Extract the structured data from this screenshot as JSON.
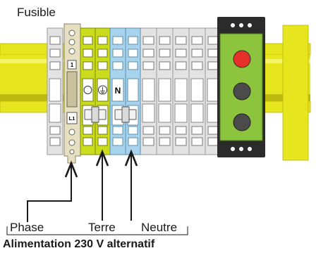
{
  "labels": {
    "fuse": "Fusible",
    "phase": "Phase",
    "earth": "Terre",
    "neutral": "Neutre",
    "title": "Alimentation 230 V alternatif"
  },
  "fuse_markings": {
    "top": "1",
    "bottom": "L1"
  },
  "terminal_markings": {
    "earth_symbol": "⏚",
    "neutral": "N"
  },
  "colors": {
    "din_rail": "#e7e51e",
    "fuse_body": "#e6dfc1",
    "earth_terminal": "#cbdc1c",
    "neutral_terminal": "#a7d3ec",
    "grey_terminal": "#e3e3e3",
    "relay_body": "#8cc43d",
    "lamp_red": "#e8302a",
    "lamp_dark": "#4b4b4b",
    "arrow": "#1a1a1a"
  }
}
